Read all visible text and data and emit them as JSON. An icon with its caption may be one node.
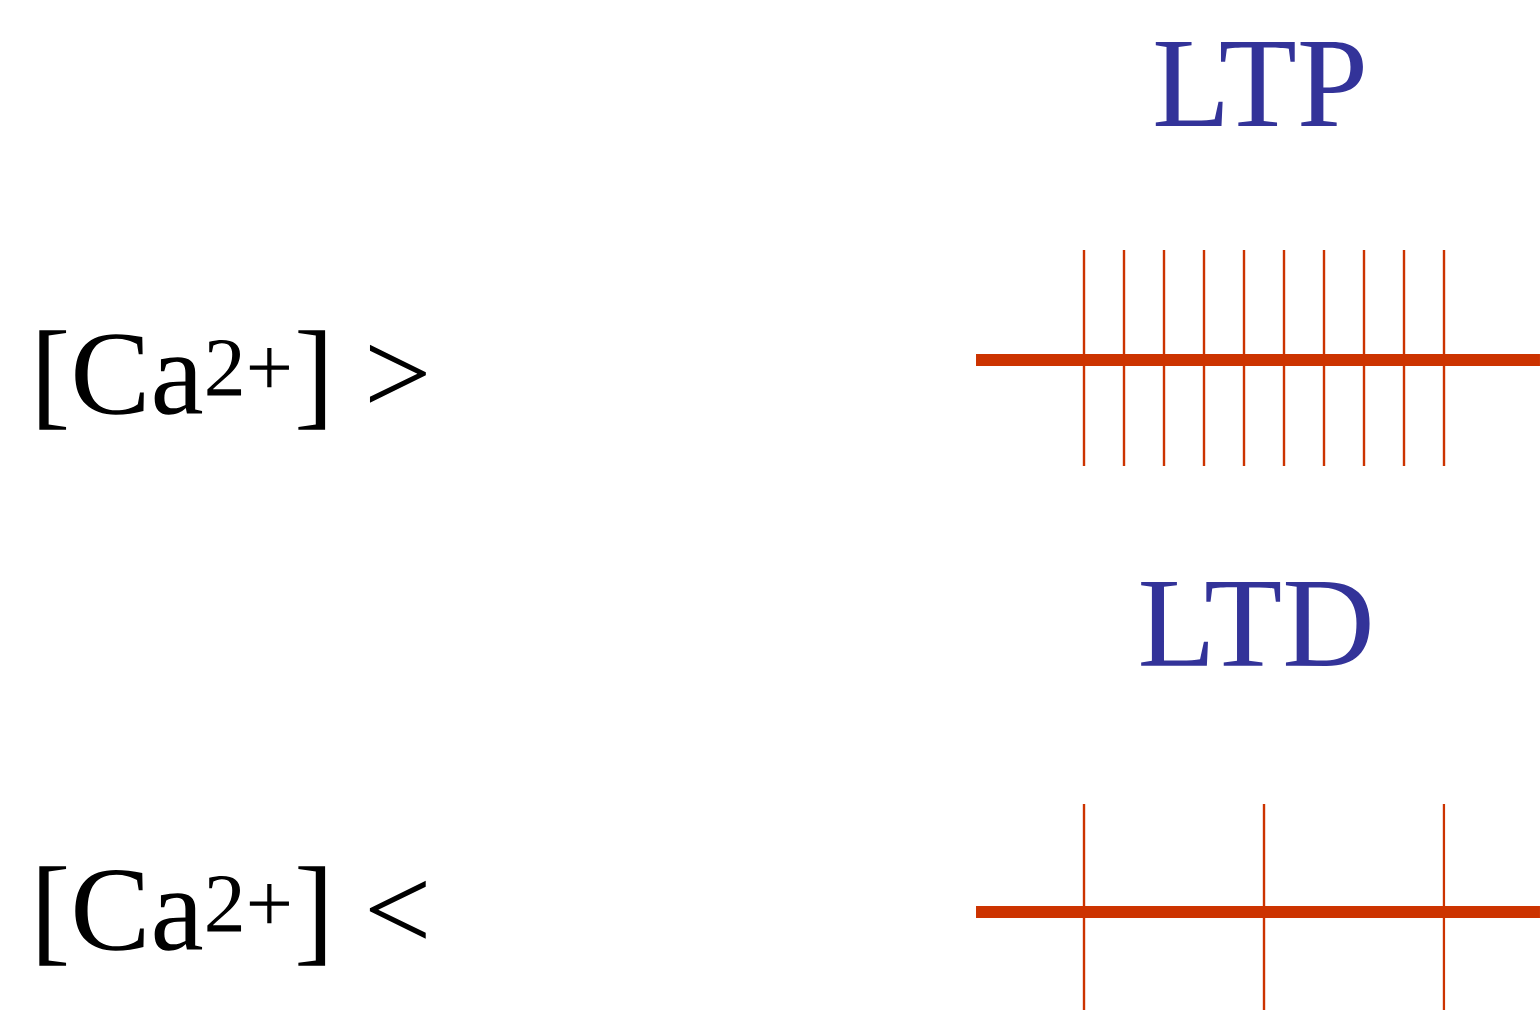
{
  "diagram": {
    "labels": [
      "LTP",
      "[Ca$^{2+}$] >",
      "LTD",
      "[Ca$^{2+}$] <"
    ]
  }
}
